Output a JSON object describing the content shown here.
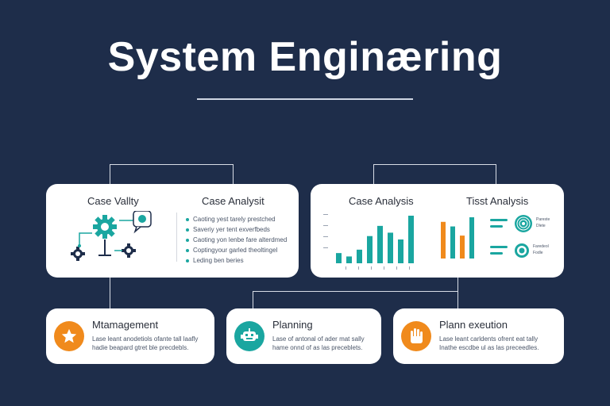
{
  "title": "System Enginæring",
  "card_left": {
    "head_left": "Case Vallty",
    "head_right": "Case Analysit",
    "bullets": [
      "Caoting yest tarely prestched",
      "Saveriy yer tent exverfbeds",
      "Caoting yon lenbe fare alterdmed",
      "Coptingyour garled theoltingel",
      "Leding ben beries"
    ]
  },
  "card_right": {
    "head_left": "Case Analysis",
    "head_right": "Tisst Analysis",
    "bar_values": [
      3,
      2,
      4,
      8,
      11,
      9,
      7,
      14
    ],
    "orange_bar_values": [
      8,
      7,
      5,
      9
    ],
    "legend_labels": [
      "Pareste",
      "Dlete",
      "Faredeol",
      "Fodle"
    ]
  },
  "bottom_cards": [
    {
      "title": "Mtamagement",
      "desc": "Lase leant anodetiols ofante tall laafly hadie beapard gtret ble precdebls.",
      "icon": "star-icon",
      "color": "#f08a1c"
    },
    {
      "title": "Planning",
      "desc": "Lase of antonal of ader mat sally hame onnd of as las preceblets.",
      "icon": "robot-icon",
      "color": "#1aa6a0"
    },
    {
      "title": "Plann exeution",
      "desc": "Lase leant carldents ofrent eat tally Inathe escdbe ul as las preceedles.",
      "icon": "hand-icon",
      "color": "#f08a1c"
    }
  ],
  "colors": {
    "background": "#1e2d4a",
    "teal": "#1aa6a0",
    "orange": "#f08a1c"
  }
}
